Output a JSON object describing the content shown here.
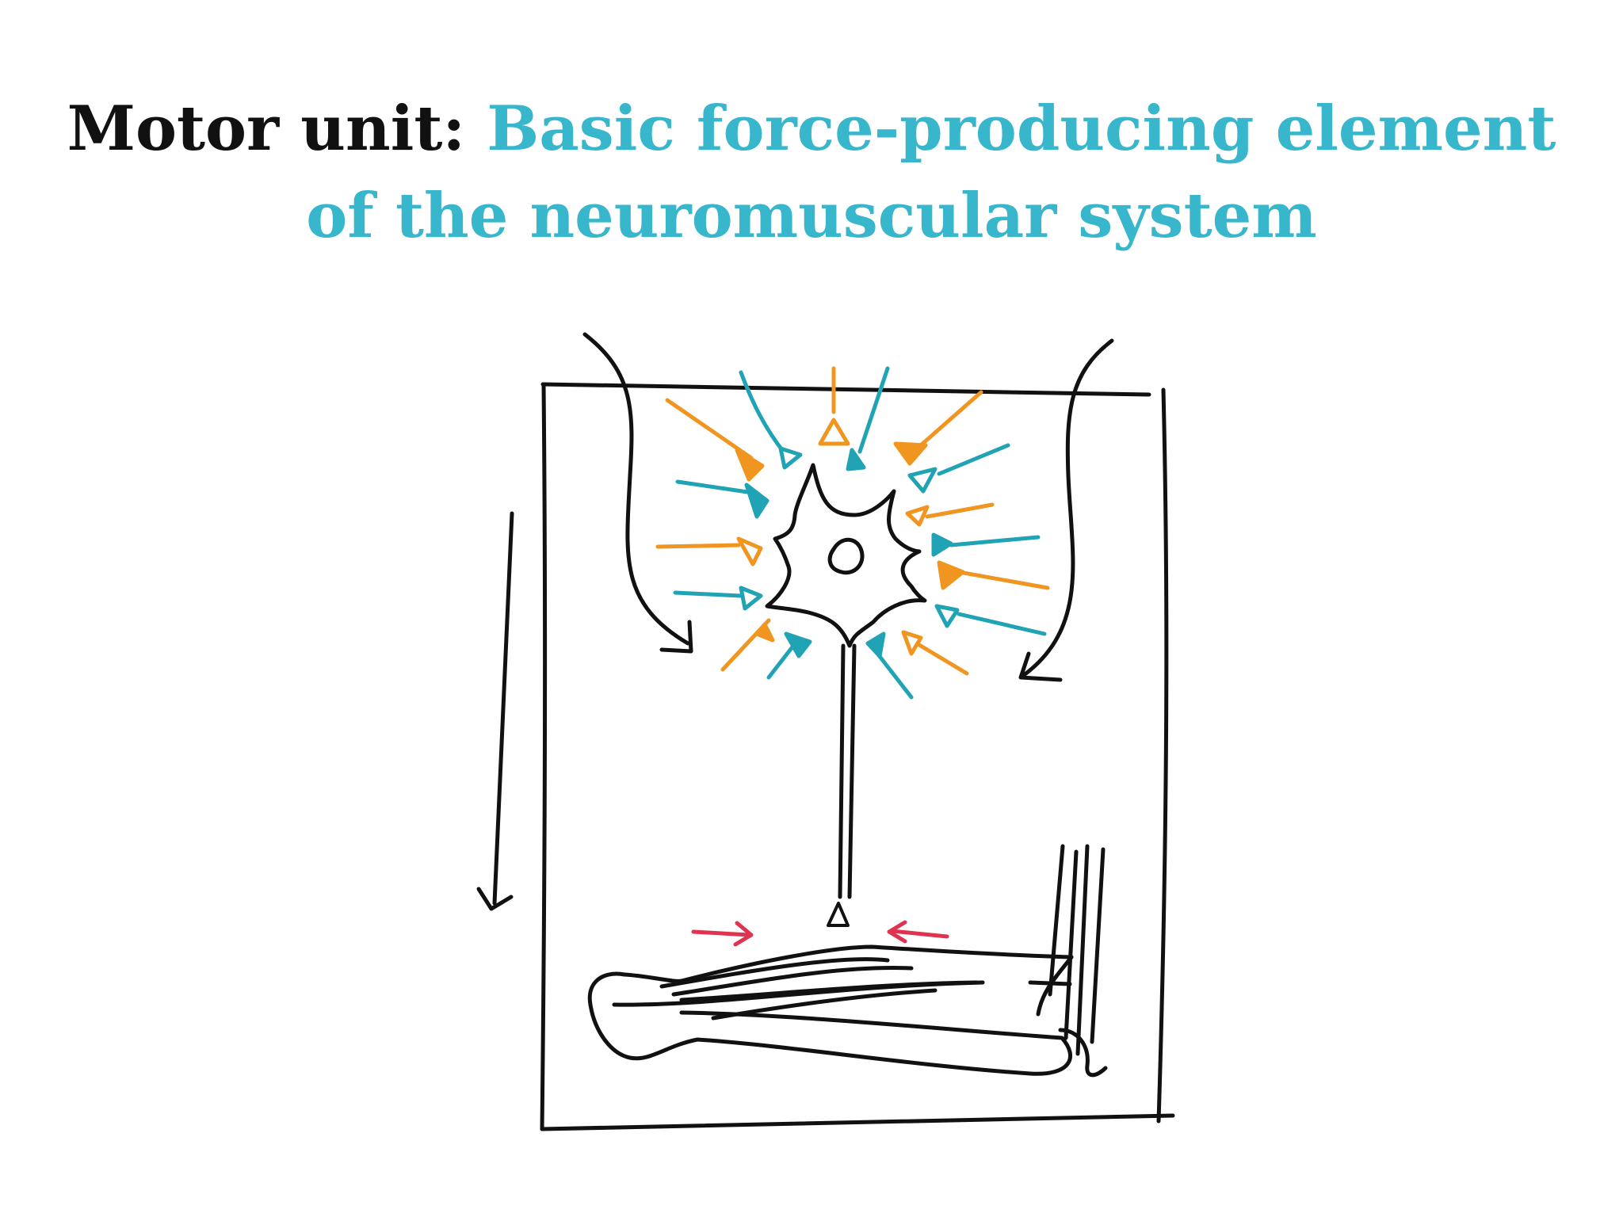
{
  "title": {
    "lead": "Motor unit:",
    "accent_line1": "Basic force-producing element",
    "accent_line2": "of the neuromuscular system"
  },
  "colors": {
    "ink": "#111111",
    "accent": "#37b6cc",
    "orange": "#f0951f",
    "teal": "#1fa3b5",
    "red": "#e0334f"
  },
  "diagram": {
    "neuron": "motor-neuron",
    "inputs": "synaptic-inputs",
    "muscle": "muscle",
    "bone": "bone"
  }
}
